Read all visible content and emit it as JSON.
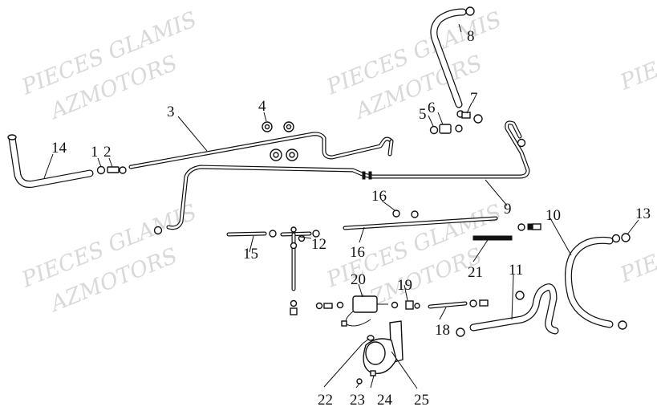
{
  "watermark": {
    "line1": "PIECES GLAMIS",
    "line2": "AZMOTORS",
    "edge": "PIE"
  },
  "callouts": [
    {
      "id": "1",
      "text": "1"
    },
    {
      "id": "2",
      "text": "2"
    },
    {
      "id": "3",
      "text": "3"
    },
    {
      "id": "4",
      "text": "4"
    },
    {
      "id": "5",
      "text": "5"
    },
    {
      "id": "6",
      "text": "6"
    },
    {
      "id": "7",
      "text": "7"
    },
    {
      "id": "8",
      "text": "8"
    },
    {
      "id": "9",
      "text": "9"
    },
    {
      "id": "10",
      "text": "10"
    },
    {
      "id": "11",
      "text": "11"
    },
    {
      "id": "12",
      "text": "12"
    },
    {
      "id": "13",
      "text": "13"
    },
    {
      "id": "14",
      "text": "14"
    },
    {
      "id": "15",
      "text": "15"
    },
    {
      "id": "16a",
      "text": "16"
    },
    {
      "id": "16b",
      "text": "16"
    },
    {
      "id": "18",
      "text": "18"
    },
    {
      "id": "19",
      "text": "19"
    },
    {
      "id": "20",
      "text": "20"
    },
    {
      "id": "21",
      "text": "21"
    },
    {
      "id": "22",
      "text": "22"
    },
    {
      "id": "23",
      "text": "23"
    },
    {
      "id": "24",
      "text": "24"
    },
    {
      "id": "25",
      "text": "25"
    }
  ]
}
